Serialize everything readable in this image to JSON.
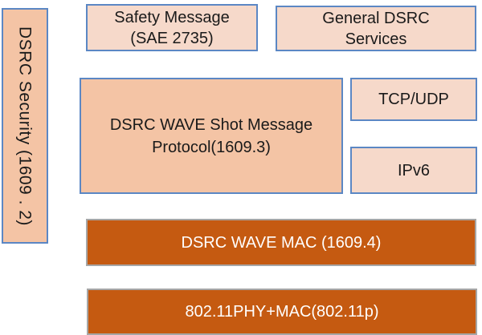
{
  "diagram": {
    "security": {
      "label": "DSRC Security (1609 . 2)"
    },
    "safety_message": {
      "label": "Safety Message\n(SAE 2735)"
    },
    "general_services": {
      "label": "General DSRC\nServices"
    },
    "wsmp": {
      "label": "DSRC WAVE Shot Message\nProtocol(1609.3)"
    },
    "tcp_udp": {
      "label": "TCP/UDP"
    },
    "ipv6": {
      "label": "IPv6"
    },
    "wave_mac": {
      "label": "DSRC WAVE MAC (1609.4)"
    },
    "phy_mac": {
      "label": "802.11PHY+MAC(802.11p)"
    }
  },
  "colors": {
    "light_fill": "#f6d9ca",
    "peach_fill": "#f4c4a5",
    "box_border": "#5b87c4",
    "orange_fill": "#c55a11",
    "orange_text": "#ffffff"
  }
}
